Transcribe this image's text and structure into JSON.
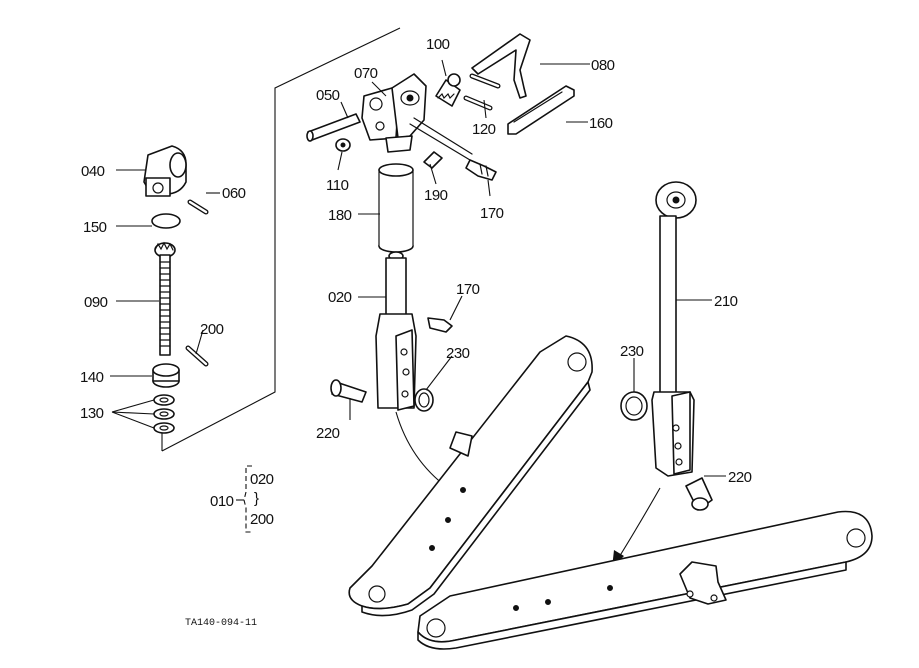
{
  "labels": {
    "p010": "010",
    "p020": "020",
    "p020b": "020",
    "p040": "040",
    "p050": "050",
    "p060": "060",
    "p070": "070",
    "p080": "080",
    "p090": "090",
    "p100": "100",
    "p110": "110",
    "p120": "120",
    "p130": "130",
    "p140": "140",
    "p150": "150",
    "p160": "160",
    "p170a": "170",
    "p170b": "170",
    "p180": "180",
    "p190": "190",
    "p200a": "200",
    "p200b": "200",
    "p210": "210",
    "p220a": "220",
    "p220b": "220",
    "p230a": "230",
    "p230b": "230"
  },
  "caption": "TA140-094-11",
  "assembly_range_separator": "}",
  "icons": {
    "top_link_assembly": "top-link-assembly-icon",
    "lift_rod_assembly": "lift-rod-assembly-icon",
    "lower_link": "lower-link-icon"
  }
}
